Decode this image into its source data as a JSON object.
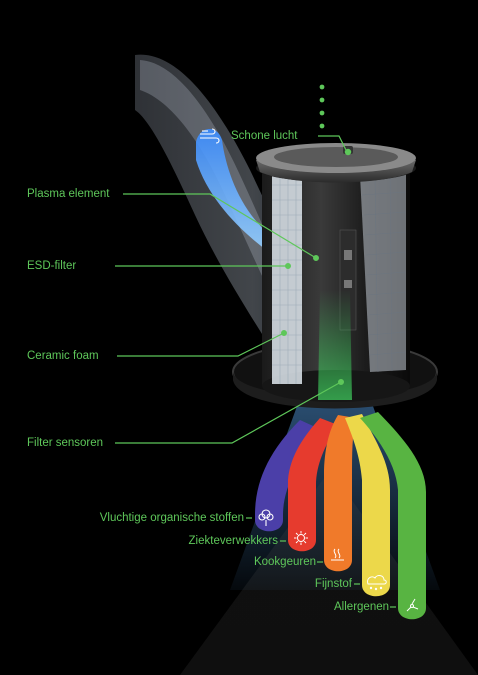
{
  "labels": {
    "clean_air": "Schone lucht",
    "plasma": "Plasma element",
    "esd": "ESD-filter",
    "ceramic": "Ceramic foam",
    "sensors": "Filter sensoren",
    "voc": "Vluchtige organische stoffen",
    "germs": "Ziekteverwekkers",
    "cooking": "Kookgeuren",
    "dust": "Fijnstof",
    "allergens": "Allergenen"
  },
  "colors": {
    "label_green": "#5ec75a",
    "background": "#000000",
    "voc_stream": "#4b3fa8",
    "germs_stream": "#e63b2e",
    "cooking_stream": "#f07a2a",
    "dust_stream": "#ecd84a",
    "allergens_stream": "#58b442",
    "clean_air_stream": "#4aa8ff"
  },
  "icons": {
    "clean_air": "wind-icon",
    "voc": "tree-icon",
    "germs": "virus-icon",
    "cooking": "steam-icon",
    "dust": "dust-cloud-icon",
    "allergens": "pollen-icon"
  }
}
